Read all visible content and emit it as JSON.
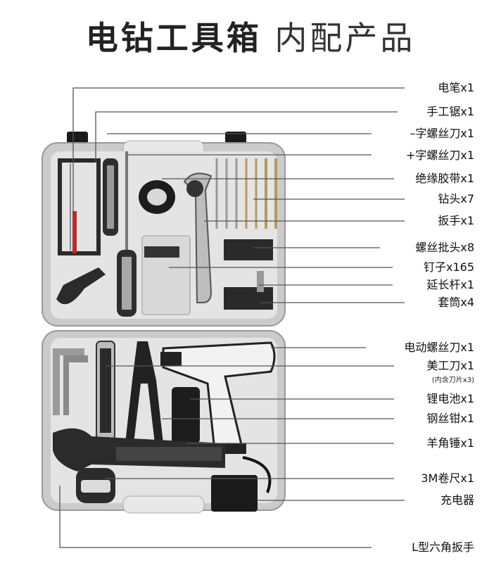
{
  "title": {
    "bold": "电钻工具箱",
    "light": "内配产品"
  },
  "labels": {
    "pen": "电笔x1",
    "saw": "手工锯x1",
    "flat_screwdriver": "–字螺丝刀x1",
    "cross_screwdriver": "+字螺丝刀x1",
    "tape": "绝缘胶带x1",
    "drill_bits": "钻头x7",
    "wrench": "扳手x1",
    "screw_bits": "螺丝批头x8",
    "nails": "钉子x165",
    "extension_rod": "延长杆x1",
    "sockets": "套筒x4",
    "electric_screwdriver": "电动螺丝刀x1",
    "utility_knife": "美工刀x1",
    "blades_note": "(内含刀片x3)",
    "battery": "锂电池x1",
    "pliers": "钢丝钳x1",
    "hammer": "羊角锤x1",
    "tape_measure": "3M卷尺x1",
    "charger": "充电器",
    "hex_key": "L型六角扳手"
  },
  "colors": {
    "case": "#c9c9c9",
    "tray": "#e6e6e6",
    "line": "#555555",
    "dark": "#222222"
  }
}
